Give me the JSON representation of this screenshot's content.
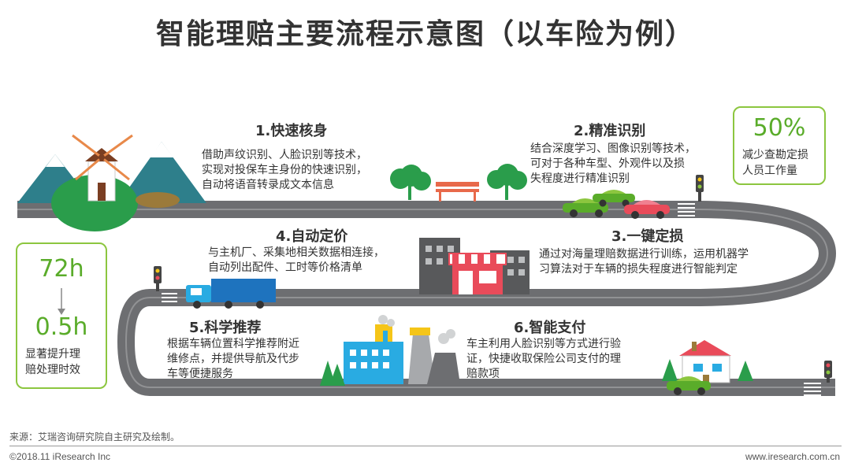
{
  "title": "智能理赔主要流程示意图（以车险为例）",
  "steps": [
    {
      "title": "1.快速核身",
      "desc": [
        "借助声纹识别、人脸识别等技术，",
        "实现对投保车主身份的快速识别，",
        "自动将语音转录成文本信息"
      ]
    },
    {
      "title": "2.精准识别",
      "desc": [
        "结合深度学习、图像识别等技术，",
        "可对于各种车型、外观件以及损",
        "失程度进行精准识别"
      ]
    },
    {
      "title": "3.一键定损",
      "desc": [
        "通过对海量理赔数据进行训练，运用机器学",
        "习算法对于车辆的损失程度进行智能判定"
      ]
    },
    {
      "title": "4.自动定价",
      "desc": [
        "与主机厂、采集地相关数据相连接，",
        "自动列出配件、工时等价格清单"
      ]
    },
    {
      "title": "5.科学推荐",
      "desc": [
        "根据车辆位置科学推荐附近",
        "维修点，并提供导航及代步",
        "车等便捷服务"
      ]
    },
    {
      "title": "6.智能支付",
      "desc": [
        "车主利用人脸识别等方式进行验",
        "证，快捷收取保险公司支付的理",
        "赔款项"
      ]
    }
  ],
  "stat_right": {
    "value": "50%",
    "label": [
      "减少查勘定损",
      "人员工作量"
    ]
  },
  "stat_left": {
    "from": "72h",
    "to": "0.5h",
    "label": [
      "显著提升理",
      "赔处理时效"
    ]
  },
  "footer": {
    "source": "来源：艾瑞咨询研究院自主研究及绘制。",
    "copyright": "©2018.11 iResearch Inc",
    "site": "www.iresearch.com.cn"
  },
  "colors": {
    "road": "#6d6e71",
    "accent_green": "#5aac2a",
    "box_border": "#8cc63f"
  }
}
